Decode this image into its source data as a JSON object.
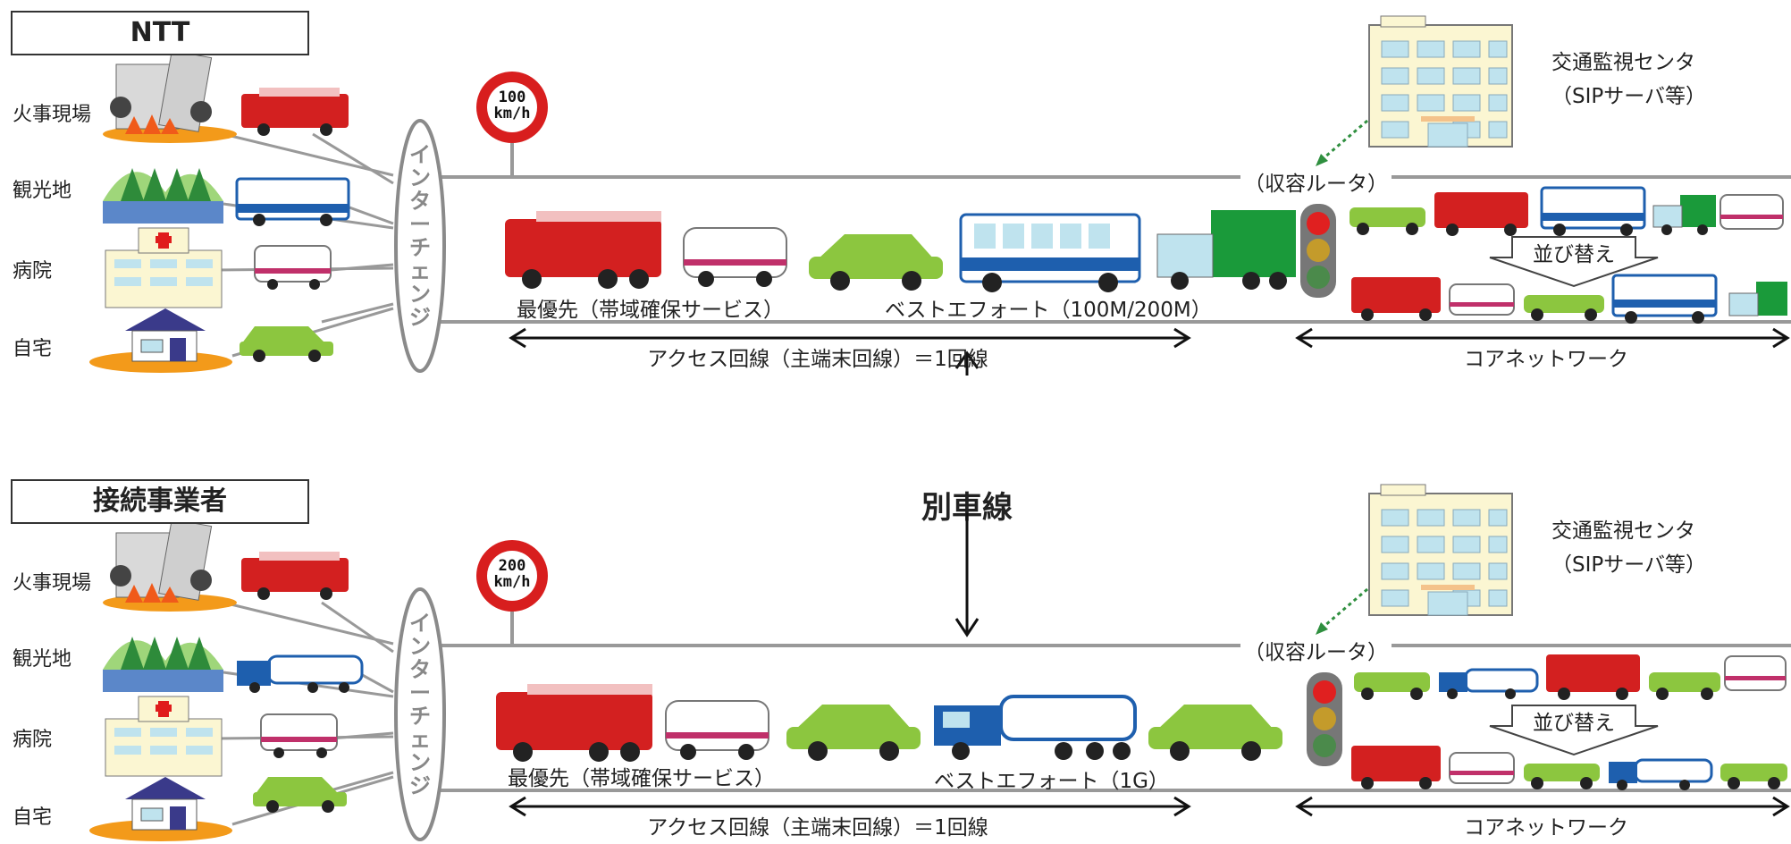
{
  "panels": [
    {
      "title": "NTT",
      "locations": [
        "火事現場",
        "観光地",
        "病院",
        "自宅"
      ],
      "interchange": "インターチェンジ",
      "speed_sign": {
        "value": "100",
        "unit": "km/h"
      },
      "priority_label": "最優先（帯域確保サービス）",
      "besteffort_label": "ベストエフォート（100M/200M）",
      "access_label": "アクセス回線（主端末回線）＝1回線",
      "router_label": "（収容ルータ）",
      "center_line1": "交通監視センタ",
      "center_line2": "（SIPサーバ等）",
      "sort_label": "並び替え",
      "core_label": "コアネットワーク"
    },
    {
      "title": "接続事業者",
      "locations": [
        "火事現場",
        "観光地",
        "病院",
        "自宅"
      ],
      "interchange": "インターチェンジ",
      "speed_sign": {
        "value": "200",
        "unit": "km/h"
      },
      "priority_label": "最優先（帯域確保サービス）",
      "besteffort_label": "ベストエフォート（1G）",
      "access_label": "アクセス回線（主端末回線）＝1回線",
      "router_label": "（収容ルータ）",
      "center_line1": "交通監視センタ",
      "center_line2": "（SIPサーバ等）",
      "sort_label": "並び替え",
      "core_label": "コアネットワーク"
    }
  ],
  "separate_lane_label": "別車線",
  "colors": {
    "fire_truck": "#d32020",
    "ambulance_stripe": "#c0306a",
    "car": "#8cc63f",
    "bus_blue": "#1e5fae",
    "truck_green": "#1a9a3a",
    "building": "#fbf6d2",
    "window": "#bfe3ee",
    "road_line": "#999999",
    "interchange_oval": "#8a8a8a",
    "sign_red": "#d81e1e",
    "arrow_dotted": "#2f8f3f"
  }
}
